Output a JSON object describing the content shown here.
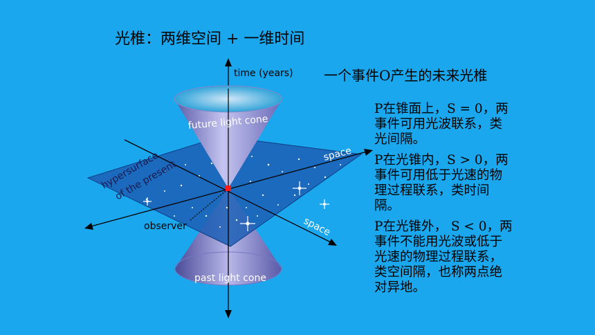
{
  "slide": {
    "title": "光椎：两维空间 + 一维时间",
    "subtitle": "一个事件O产生的未来光椎",
    "paragraphs": [
      "P在锥面上，S = 0，两事件可用光波联系，类光间隔。",
      "P在光锥内，S > 0，两事件可用低于光速的物理过程联系，类时间隔。",
      " P在光锥外， S < 0，两事件不能用光波或低于光速的物理过程联系，类空间隔，也称两点绝对异地。"
    ]
  },
  "diagram": {
    "time_axis_label": "time (years)",
    "future_cone_label": "future light cone",
    "past_cone_label": "past light cone",
    "space_label_1": "space",
    "space_label_2": "space",
    "hypersurface_line1": "hypersurface",
    "hypersurface_line2": "of the present",
    "observer_label": "observer",
    "colors": {
      "background": "#1aa7ee",
      "plane": "#1d5fb5",
      "cone": "#8f8fd2",
      "origin": "#ff1a1a"
    }
  }
}
